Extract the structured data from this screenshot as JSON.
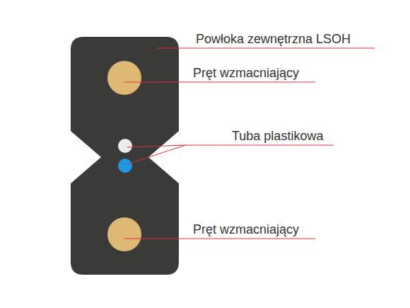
{
  "diagram": {
    "labels": [
      "Powłoka zewnętrzna LSOH",
      "Pręt wzmacniający",
      "Tuba plastikowa",
      "Pręt wzmacniający"
    ]
  }
}
